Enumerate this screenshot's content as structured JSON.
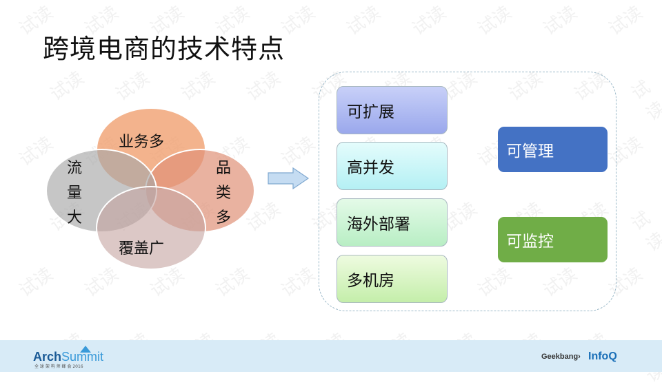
{
  "title": "跨境电商的技术特点",
  "venn": {
    "top": "业务多",
    "right": "品类多",
    "left": "流量大",
    "bottom": "覆盖广"
  },
  "features": [
    "可扩展",
    "高并发",
    "海外部署",
    "多机房"
  ],
  "management": [
    {
      "label": "可管理",
      "color": "#4472c4"
    },
    {
      "label": "可监控",
      "color": "#70ad47"
    }
  ],
  "footer": {
    "left_logo": "ArchSummit 全球架构师峰会 2016",
    "right_logo_1": "Geekbang",
    "right_logo_2": "InfoQ"
  },
  "watermark": "试读"
}
